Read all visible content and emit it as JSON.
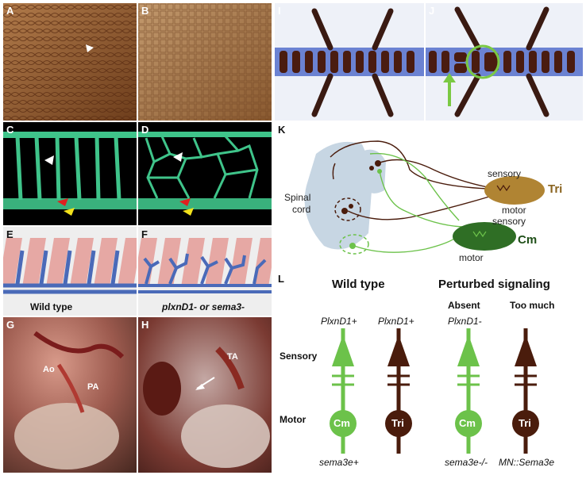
{
  "panels": {
    "a": "A",
    "b": "B",
    "c": "C",
    "d": "D",
    "e": "E",
    "f": "F",
    "g": "G",
    "h": "H",
    "i": "I",
    "j": "J",
    "k": "K",
    "l": "L"
  },
  "panel_e": {
    "caption": "Wild type"
  },
  "panel_f": {
    "caption": "plxnD1- or sema3-"
  },
  "panel_g": {
    "ao": "Ao",
    "pa": "PA"
  },
  "panel_h": {
    "ta": "TA"
  },
  "panel_k": {
    "spinal_cord": [
      "Spinal",
      "cord"
    ],
    "sensory_top": "sensory",
    "motor_top": "motor",
    "tri": "Tri",
    "sensory_bottom": "sensory",
    "motor_bottom": "motor",
    "cm": "Cm"
  },
  "panel_l": {
    "wild_type": "Wild type",
    "perturbed": "Perturbed signaling",
    "absent": "Absent",
    "too_much": "Too much",
    "sensory": "Sensory",
    "motor": "Motor",
    "plx1": "PlxnD1+",
    "plx2": "PlxnD1+",
    "plx3": "PlxnD1-",
    "cm1": "Cm",
    "tri1": "Tri",
    "cm2": "Cm",
    "tri2": "Tri",
    "sema1": "sema3e+",
    "sema2": "sema3e-/-",
    "sema3": "MN::Sema3e"
  },
  "colors": {
    "green": "#6cc24a",
    "brown": "#4a1c0c",
    "tri_fill": "#b08433",
    "cm_fill": "#2f6e25",
    "panel_border": "#444444"
  }
}
